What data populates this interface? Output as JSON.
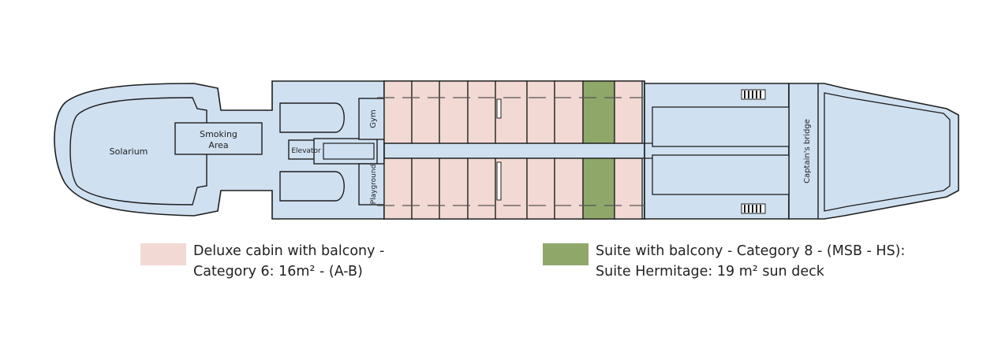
{
  "labels": {
    "solarium": "Solarium",
    "smoking_line1": "Smoking",
    "smoking_line2": "Area",
    "elevator": "Elevator",
    "gym": "Gym",
    "playground": "Playground",
    "bridge": "Captain's bridge"
  },
  "legend": [
    {
      "line1": "Deluxe cabin with balcony -",
      "line2": "Category 6: 16m² - (A-B)",
      "color": "#f2d9d3"
    },
    {
      "line1": "Suite with balcony - Category 8 - (MSB - HS):",
      "line2": "Suite Hermitage: 19 m² sun deck",
      "color": "#8fa86a"
    }
  ],
  "colors": {
    "deck": "#cfe0f1",
    "outline": "#1e1e1e",
    "deluxe": "#f2d9d3",
    "suite": "#8fa86a"
  }
}
